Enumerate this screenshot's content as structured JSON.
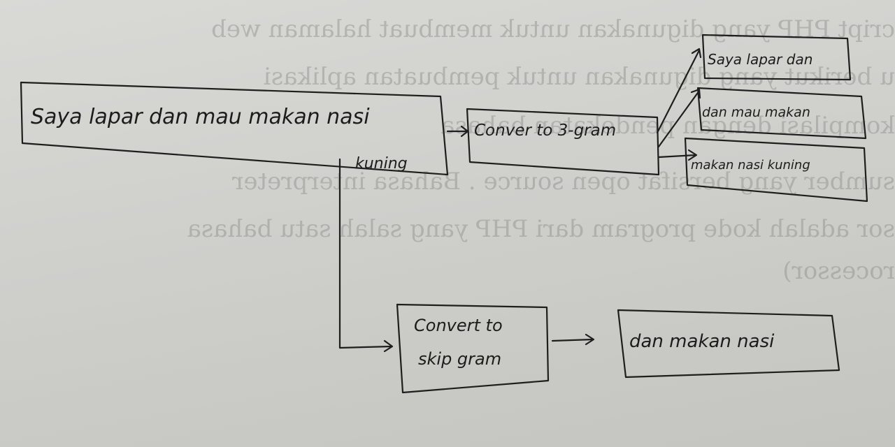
{
  "show_through_text": [
    "cript PHP yang digunakan untuk membuat halaman web",
    "u berikut yang digunakan untuk pembuatan aplikasi",
    "kompilasi dengan pendekatan bahasa",
    "sumber yang bersifat open source . Bahasa interpreter",
    "sor adalah kode program dari PHP yang salah satu bahasa",
    "rocessor)"
  ],
  "nodes": {
    "input": {
      "line1": "Saya lapar dan mau makan nasi",
      "line2": "kuning"
    },
    "convert_3gram": {
      "label": "Conver to 3-gram"
    },
    "gram1": {
      "label": "Saya lapar dan"
    },
    "gram2": {
      "label": "dan mau makan"
    },
    "gram3": {
      "label": "makan nasi kuning"
    },
    "convert_skip": {
      "line1": "Convert to",
      "line2": "skip gram"
    },
    "skip_result": {
      "label": "dan makan nasi"
    }
  }
}
